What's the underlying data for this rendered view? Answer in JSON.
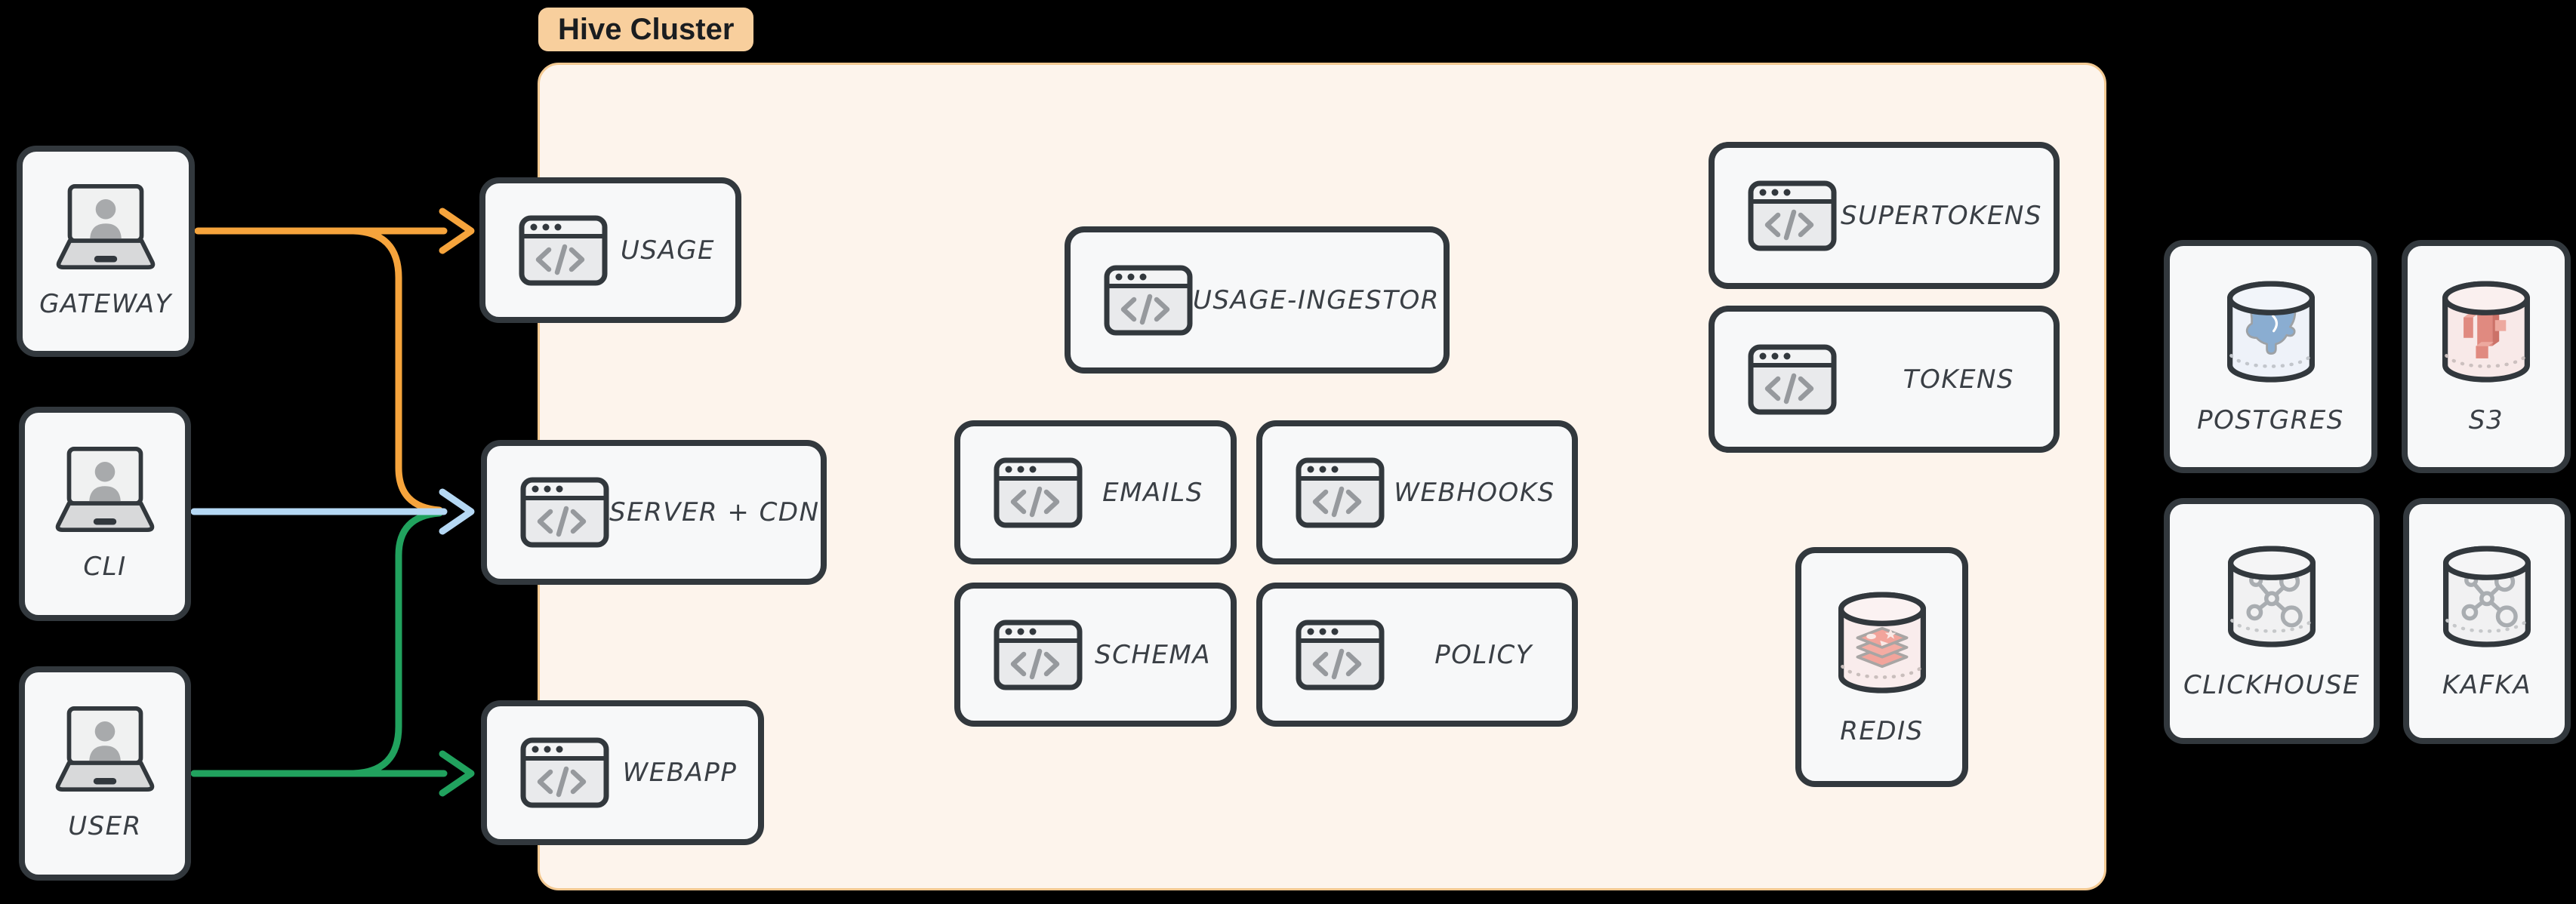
{
  "frame": {
    "label": "Hive Cluster"
  },
  "colors": {
    "page_background": "#000000",
    "cluster_fill": "#fdf4ec",
    "cluster_border": "#f3c992",
    "cluster_label_fill": "#f8cf9d",
    "node_border": "#32383d",
    "node_fill": "#f7f8f9",
    "label_text": "#3a3f45",
    "edge_orange": "#f6a43c",
    "edge_blue": "#b5d8f4",
    "edge_green": "#21a25e"
  },
  "clients": {
    "gateway": {
      "label": "GATEWAY",
      "icon": "user-laptop-icon"
    },
    "cli": {
      "label": "CLI",
      "icon": "user-laptop-icon"
    },
    "user": {
      "label": "USER",
      "icon": "user-laptop-icon"
    }
  },
  "services": {
    "usage": {
      "label": "USAGE",
      "icon": "code-window-icon"
    },
    "server_cdn": {
      "label": "SERVER + CDN",
      "icon": "code-window-icon"
    },
    "webapp": {
      "label": "WEBAPP",
      "icon": "code-window-icon"
    },
    "usage_ingestor": {
      "label": "USAGE-INGESTOR",
      "icon": "code-window-icon"
    },
    "emails": {
      "label": "EMAILS",
      "icon": "code-window-icon"
    },
    "webhooks": {
      "label": "WEBHOOKS",
      "icon": "code-window-icon"
    },
    "schema": {
      "label": "SCHEMA",
      "icon": "code-window-icon"
    },
    "policy": {
      "label": "POLICY",
      "icon": "code-window-icon"
    },
    "supertokens": {
      "label": "SUPERTOKENS",
      "icon": "code-window-icon"
    },
    "tokens": {
      "label": "TOKENS",
      "icon": "code-window-icon"
    }
  },
  "datastores": {
    "redis": {
      "label": "REDIS",
      "icon": "redis-database-icon"
    },
    "postgres": {
      "label": "POSTGRES",
      "icon": "postgres-database-icon"
    },
    "s3": {
      "label": "S3",
      "icon": "s3-database-icon"
    },
    "clickhouse": {
      "label": "CLICKHOUSE",
      "icon": "clickhouse-database-icon"
    },
    "kafka": {
      "label": "KAFKA",
      "icon": "kafka-database-icon"
    }
  },
  "edges": {
    "gateway_to_usage": {
      "from": "GATEWAY",
      "to": "USAGE",
      "color": "#f6a43c"
    },
    "gateway_to_server_cdn": {
      "from": "GATEWAY",
      "to": "SERVER + CDN",
      "color": "#f6a43c"
    },
    "cli_to_server_cdn": {
      "from": "CLI",
      "to": "SERVER + CDN",
      "color": "#b5d8f4"
    },
    "user_to_server_cdn": {
      "from": "USER",
      "to": "SERVER + CDN",
      "color": "#21a25e"
    },
    "user_to_webapp": {
      "from": "USER",
      "to": "WEBAPP",
      "color": "#21a25e"
    }
  }
}
